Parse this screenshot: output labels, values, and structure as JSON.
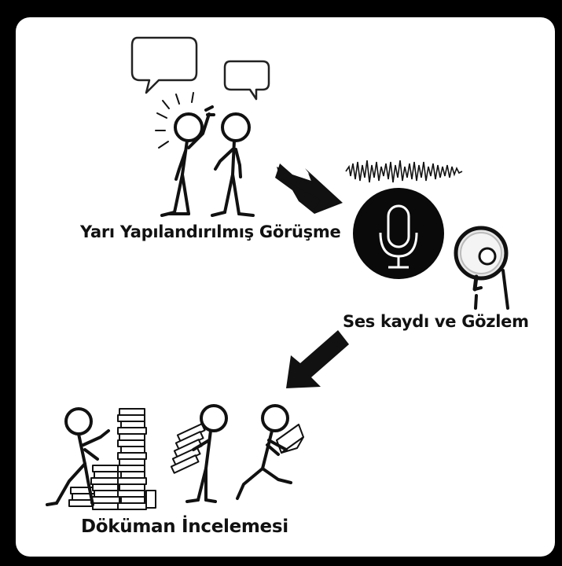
{
  "labels": {
    "interview": "Yarı Yapılandırılmış Görüşme",
    "record": "Ses kaydı ve Gözlem",
    "documents": "Döküman İncelemesi"
  },
  "colors": {
    "background": "#000000",
    "panel": "#ffffff",
    "ink": "#111111"
  }
}
